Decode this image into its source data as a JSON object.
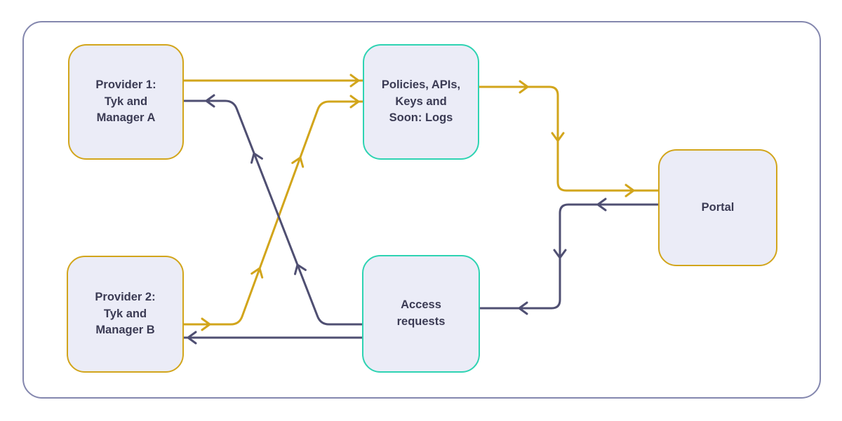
{
  "colors": {
    "gold": "#D2A51B",
    "slate": "#4F4F72",
    "teal": "#2ED3B2",
    "node-fill": "#EBECF7",
    "frame": "#8487AE",
    "text": "#3B3B54",
    "background": "#FFFFFF"
  },
  "nodes": {
    "provider1": {
      "lines": [
        "Provider 1:",
        "Tyk and",
        "Manager A"
      ],
      "border": "gold"
    },
    "provider2": {
      "lines": [
        "Provider 2:",
        "Tyk and",
        "Manager B"
      ],
      "border": "gold"
    },
    "policies": {
      "lines": [
        "Policies, APIs,",
        "Keys and",
        "Soon: Logs"
      ],
      "border": "teal"
    },
    "access": {
      "lines": [
        "Access",
        "requests"
      ],
      "border": "teal"
    },
    "portal": {
      "lines": [
        "Portal"
      ],
      "border": "gold"
    }
  },
  "edges": [
    {
      "from": "provider1",
      "to": "policies",
      "color": "gold",
      "style": "straight-horizontal"
    },
    {
      "from": "provider2",
      "to": "policies",
      "color": "gold",
      "style": "right-diagonal-up-right"
    },
    {
      "from": "policies",
      "to": "portal",
      "color": "gold",
      "style": "right-down-right"
    },
    {
      "from": "portal",
      "to": "access",
      "color": "slate",
      "style": "left-down-left"
    },
    {
      "from": "access",
      "to": "provider1",
      "color": "slate",
      "style": "left-diagonal-up-left"
    },
    {
      "from": "access",
      "to": "provider2",
      "color": "slate",
      "style": "straight-horizontal"
    }
  ]
}
